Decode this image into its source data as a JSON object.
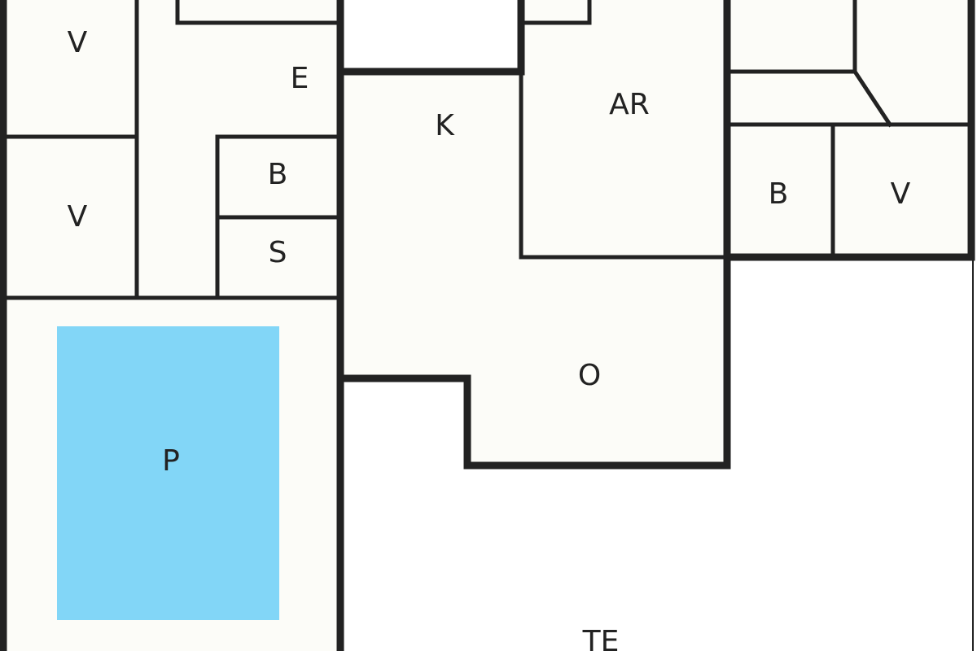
{
  "colors": {
    "room_fill": "#fcfcf8",
    "outdoor_fill": "#ffffff",
    "pool_fill": "#82d6f7",
    "wall": "#222222"
  },
  "rooms": {
    "v1": "V",
    "v2": "V",
    "e": "E",
    "b1": "B",
    "s": "S",
    "k": "K",
    "ar": "AR",
    "b2": "B",
    "v3": "V",
    "o": "O",
    "p": "P",
    "te": "TE"
  }
}
